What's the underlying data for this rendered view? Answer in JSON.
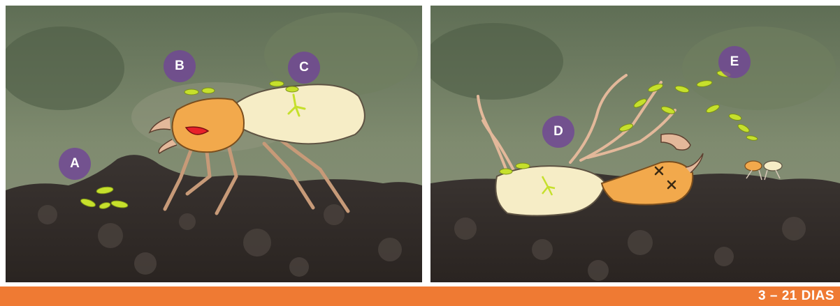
{
  "panels": [
    {
      "labels": [
        "A",
        "B",
        "C"
      ]
    },
    {
      "labels": [
        "D",
        "E"
      ]
    }
  ],
  "footer": {
    "text": "3 – 21 DIAS"
  },
  "colors": {
    "badge": "#704696",
    "footer_bar": "#ef7a33",
    "soil": "#3b3430",
    "fungus_spore": "#c6e02c",
    "ant_head": "#f2a94c",
    "ant_body": "#f6edc6"
  }
}
